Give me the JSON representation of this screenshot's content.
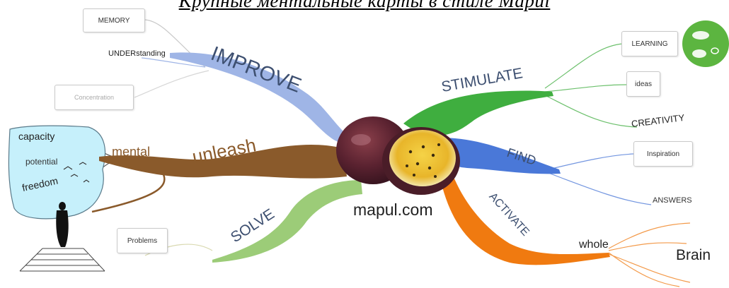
{
  "title": "Крупные ментальные карты в стиле Mapul",
  "center": {
    "label": "mapul.com"
  },
  "branches": {
    "improve": {
      "label": "IMPROVE",
      "color": "#9fb5e6",
      "children": {
        "memory": "MEMORY",
        "understanding": "UNDERstanding",
        "concentration": "Concentration"
      }
    },
    "unleash": {
      "label": "unleash",
      "color": "#8a5a2b",
      "sub": {
        "label": "mental",
        "children": {
          "capacity": "capacity",
          "potential": "potential",
          "freedom": "freedom"
        }
      }
    },
    "solve": {
      "label": "SOLVE",
      "color": "#9ccc78",
      "children": {
        "problems": "Problems"
      }
    },
    "stimulate": {
      "label": "STIMULATE",
      "color": "#3fae3f",
      "children": {
        "learning": "LEARNING",
        "ideas": "ideas",
        "creativity": "CREATIVITY"
      }
    },
    "find": {
      "label": "FIND",
      "color": "#4a78d8",
      "children": {
        "inspiration": "Inspiration",
        "answers": "ANSWERS"
      }
    },
    "activate": {
      "label": "ACTIVATE",
      "color": "#f07a10",
      "sub": {
        "label": "whole",
        "children": {
          "brain": "Brain"
        }
      }
    }
  },
  "decor": {
    "brain_icon_color": "#5cb540",
    "panel_color": "#c6f0fb"
  }
}
